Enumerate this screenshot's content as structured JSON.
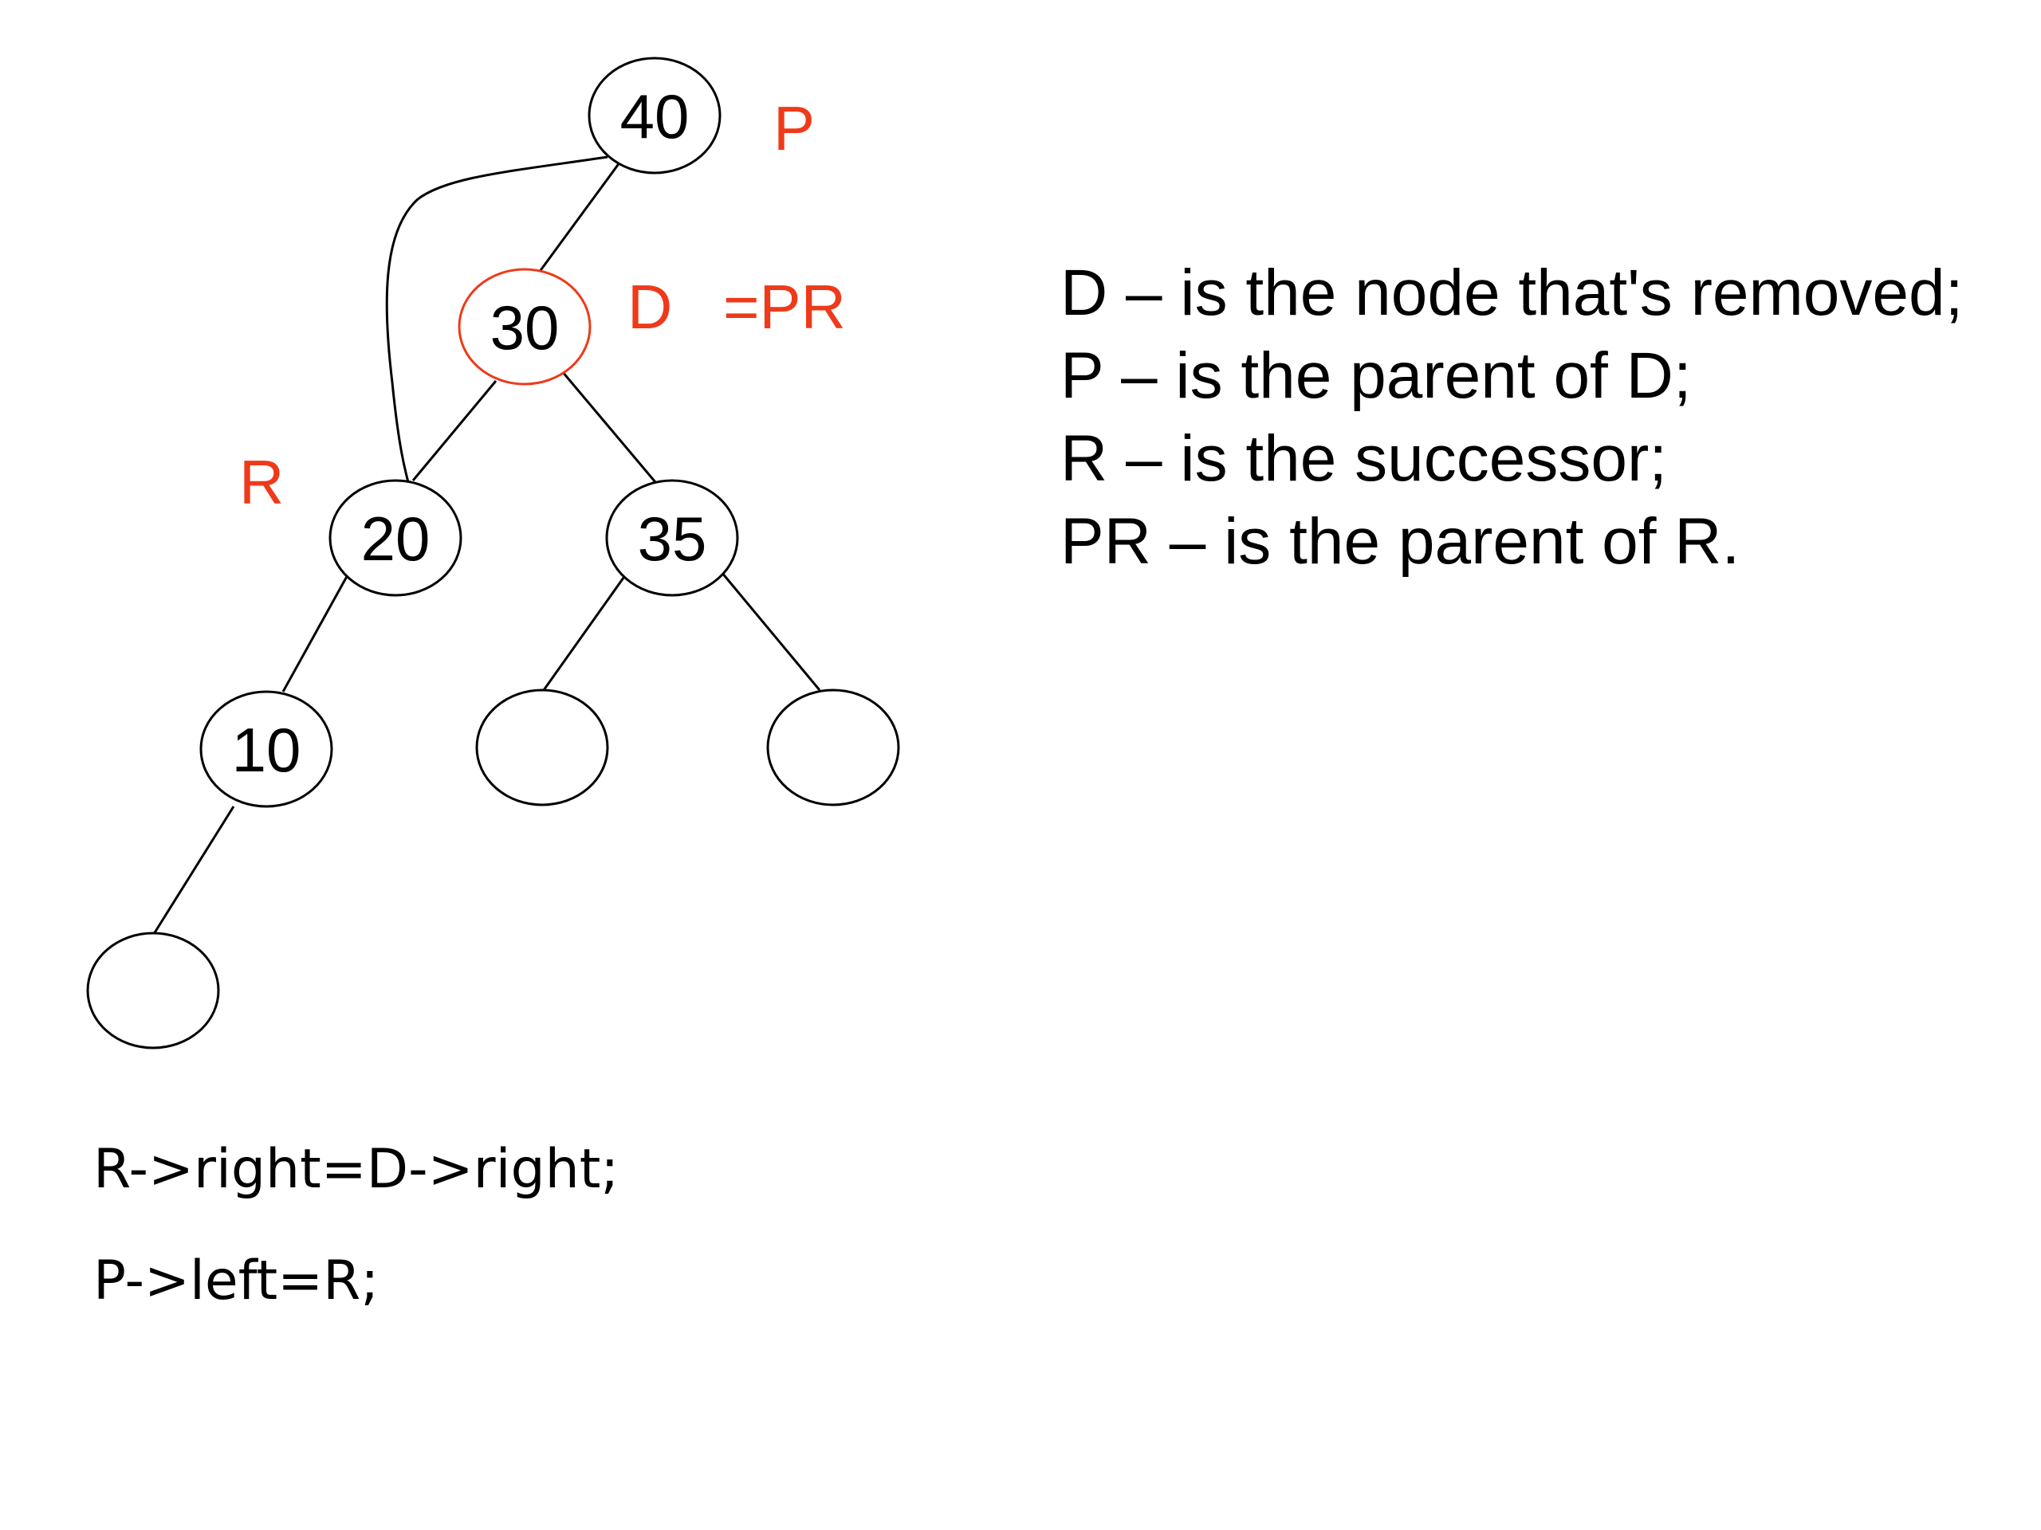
{
  "colors": {
    "accent": "#ee3a1a",
    "ink": "#000000"
  },
  "tree": {
    "nodes": [
      {
        "id": "n40",
        "label": "40",
        "highlight": false
      },
      {
        "id": "n30",
        "label": "30",
        "highlight": true
      },
      {
        "id": "n20",
        "label": "20",
        "highlight": false
      },
      {
        "id": "n35",
        "label": "35",
        "highlight": false
      },
      {
        "id": "n10",
        "label": "10",
        "highlight": false
      },
      {
        "id": "n35l",
        "label": "",
        "highlight": false
      },
      {
        "id": "n35r",
        "label": "",
        "highlight": false
      },
      {
        "id": "n10l",
        "label": "",
        "highlight": false
      }
    ],
    "edges": [
      {
        "from": "n40",
        "to": "n30"
      },
      {
        "from": "n30",
        "to": "n20"
      },
      {
        "from": "n30",
        "to": "n35"
      },
      {
        "from": "n20",
        "to": "n10"
      },
      {
        "from": "n35",
        "to": "n35l"
      },
      {
        "from": "n35",
        "to": "n35r"
      },
      {
        "from": "n10",
        "to": "n10l"
      },
      {
        "from": "n40",
        "to": "n20",
        "curved": true
      }
    ]
  },
  "tags": {
    "p": "P",
    "d": "D",
    "pr": "=PR",
    "r": "R"
  },
  "legend": [
    "D – is the node that's removed;",
    "P – is the parent of D;",
    "R – is the successor;",
    "PR – is the parent of R."
  ],
  "code": [
    "R->right=D->right;",
    "P->left=R;"
  ]
}
